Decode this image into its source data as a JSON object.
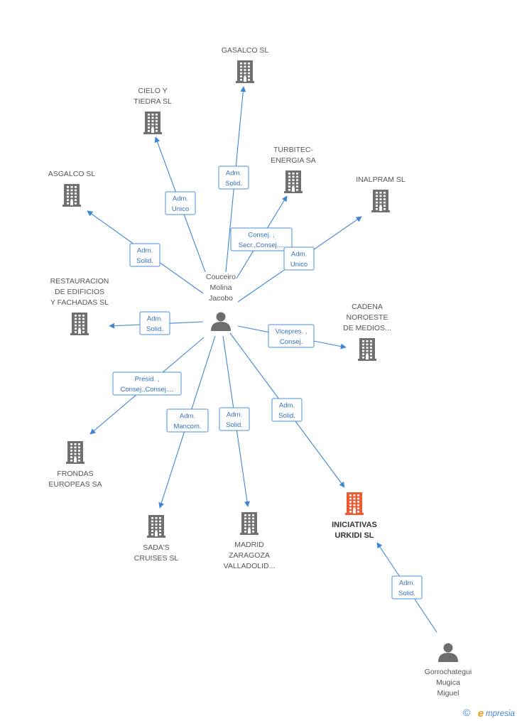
{
  "colors": {
    "company_icon": "#707070",
    "highlight_company_icon": "#f05a30",
    "person_icon": "#6e6e6e",
    "edge": "#3f85d6",
    "edge_label_text": "#3570b8",
    "node_label": "#555555"
  },
  "people": [
    {
      "id": "couceiro",
      "name_lines": [
        "Couceiro",
        "Molina",
        "Jacobo"
      ],
      "icon": "person-icon"
    },
    {
      "id": "gorrochategui",
      "name_lines": [
        "Gorrochategui",
        "Mugica",
        "Miguel"
      ],
      "icon": "person-icon"
    }
  ],
  "companies": [
    {
      "id": "gasalco",
      "name_lines": [
        "GASALCO SL"
      ],
      "icon": "building-icon"
    },
    {
      "id": "cielo",
      "name_lines": [
        "CIELO Y",
        "TIEDRA SL"
      ],
      "icon": "building-icon"
    },
    {
      "id": "turbitec",
      "name_lines": [
        "TURBITEC-",
        "ENERGIA SA"
      ],
      "icon": "building-icon"
    },
    {
      "id": "inalpram",
      "name_lines": [
        "INALPRAM SL"
      ],
      "icon": "building-icon"
    },
    {
      "id": "asgalco",
      "name_lines": [
        "ASGALCO SL"
      ],
      "icon": "building-icon"
    },
    {
      "id": "restauracion",
      "name_lines": [
        "RESTAURACION",
        "DE EDIFICIOS",
        "Y FACHADAS SL"
      ],
      "icon": "building-icon"
    },
    {
      "id": "cadena",
      "name_lines": [
        "CADENA",
        "NOROESTE",
        "DE MEDIOS..."
      ],
      "icon": "building-icon"
    },
    {
      "id": "frondas",
      "name_lines": [
        "FRONDAS",
        "EUROPEAS SA"
      ],
      "icon": "building-icon"
    },
    {
      "id": "sadas",
      "name_lines": [
        "SADA'S",
        "CRUISES SL"
      ],
      "icon": "building-icon"
    },
    {
      "id": "madrid",
      "name_lines": [
        "MADRID",
        "ZARAGOZA",
        "VALLADOLID..."
      ],
      "icon": "building-icon"
    },
    {
      "id": "iniciativas",
      "name_lines": [
        "INICIATIVAS",
        "URKIDI SL"
      ],
      "icon": "building-icon",
      "highlight": true
    }
  ],
  "edges": [
    {
      "from": "couceiro",
      "to": "gasalco",
      "label_lines": [
        "Adm.",
        "Solid."
      ]
    },
    {
      "from": "couceiro",
      "to": "cielo",
      "label_lines": [
        "Adm.",
        "Unico"
      ]
    },
    {
      "from": "couceiro",
      "to": "turbitec",
      "label_lines": [
        "Consej. ,",
        "Secr.,Consej...."
      ]
    },
    {
      "from": "couceiro",
      "to": "inalpram",
      "label_lines": [
        "Adm.",
        "Unico"
      ]
    },
    {
      "from": "couceiro",
      "to": "asgalco",
      "label_lines": [
        "Adm.",
        "Solid."
      ]
    },
    {
      "from": "couceiro",
      "to": "restauracion",
      "label_lines": [
        "Adm.",
        "Solid."
      ]
    },
    {
      "from": "couceiro",
      "to": "cadena",
      "label_lines": [
        "Vicepres. ,",
        "Consej."
      ]
    },
    {
      "from": "couceiro",
      "to": "frondas",
      "label_lines": [
        "Presid. ,",
        "Consej.,Consej...."
      ]
    },
    {
      "from": "couceiro",
      "to": "sadas",
      "label_lines": [
        "Adm.",
        "Mancom."
      ]
    },
    {
      "from": "couceiro",
      "to": "madrid",
      "label_lines": [
        "Adm.",
        "Solid."
      ]
    },
    {
      "from": "couceiro",
      "to": "iniciativas",
      "label_lines": [
        "Adm.",
        "Solid."
      ]
    },
    {
      "from": "gorrochategui",
      "to": "iniciativas",
      "label_lines": [
        "Adm.",
        "Solid."
      ]
    }
  ],
  "footer": {
    "copyright_symbol": "©",
    "brand_initial": "e",
    "brand_rest": "mpresia"
  }
}
